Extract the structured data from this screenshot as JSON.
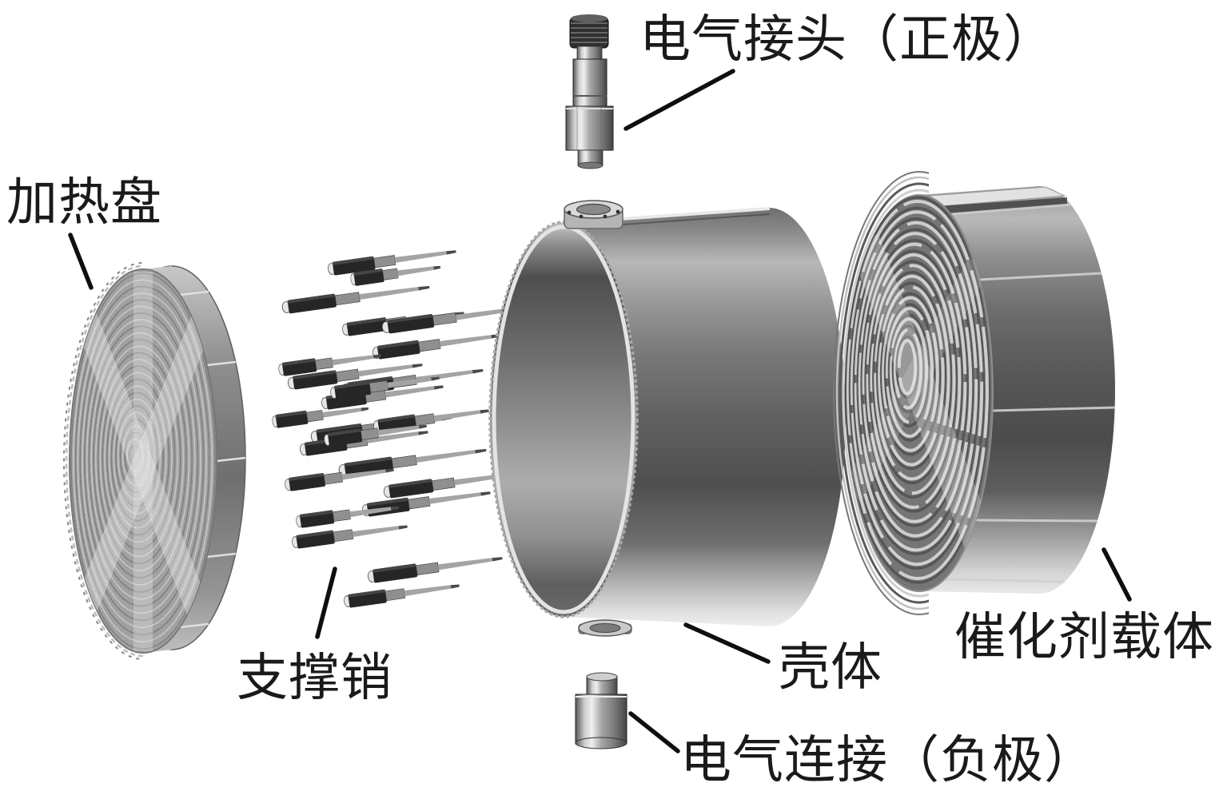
{
  "figure": {
    "description": "exploded-view diagram of an electrically heated catalytic converter",
    "background_color": "#ffffff",
    "leader_line_color": "#0f0f0f",
    "label_text_color": "#1a1a1a",
    "metal_light_color": "#e8e8e8",
    "metal_mid_color": "#8a8a8a",
    "metal_dark_color": "#3f3f3f",
    "labels": {
      "connector_positive": "电气接头（正极）",
      "heating_disc": "加热盘",
      "support_pin": "支撑销",
      "shell": "壳体",
      "catalyst_carrier": "催化剂载体",
      "connector_negative": "电气连接（负极）"
    }
  }
}
